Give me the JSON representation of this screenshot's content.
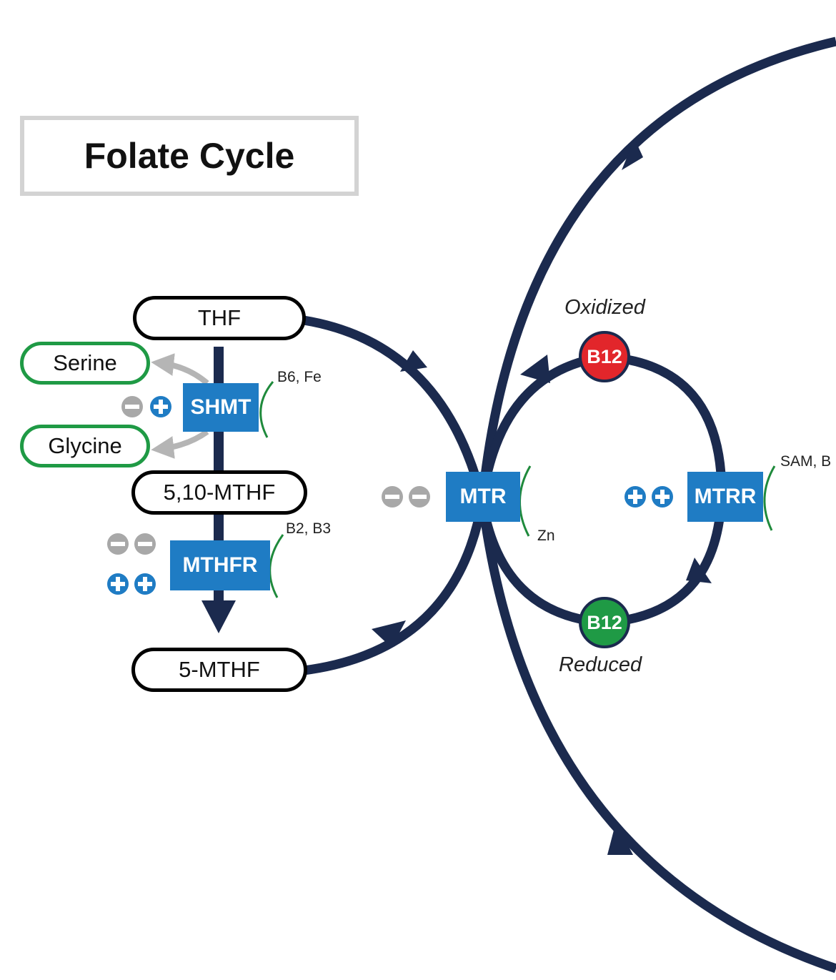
{
  "title": "Folate Cycle",
  "metabolites": {
    "thf": "THF",
    "serine": "Serine",
    "glycine": "Glycine",
    "mthf_510": "5,10-MTHF",
    "mthf_5": "5-MTHF"
  },
  "enzymes": {
    "shmt": "SHMT",
    "mthfr": "MTHFR",
    "mtr": "MTR",
    "mtrr": "MTRR"
  },
  "cofactors": {
    "shmt": "B6, Fe",
    "mthfr": "B2, B3",
    "mtr": "Zn",
    "mtrr": "SAM, B"
  },
  "b12": {
    "oxidized_label": "B12",
    "reduced_label": "B12",
    "oxidized_state": "Oxidized",
    "reduced_state": "Reduced"
  },
  "colors": {
    "pathway": "#1b2a4e",
    "enzyme": "#1f7cc4",
    "cofactor_bracket": "#1f8a3c",
    "side_reaction": "#b5b5b5",
    "amino_acid_border": "#1f9a45",
    "b12_oxidized": "#e2262b",
    "b12_reduced": "#1f9a45",
    "minus_sign": "#a8a8a8",
    "plus_sign": "#1f7cc4"
  }
}
